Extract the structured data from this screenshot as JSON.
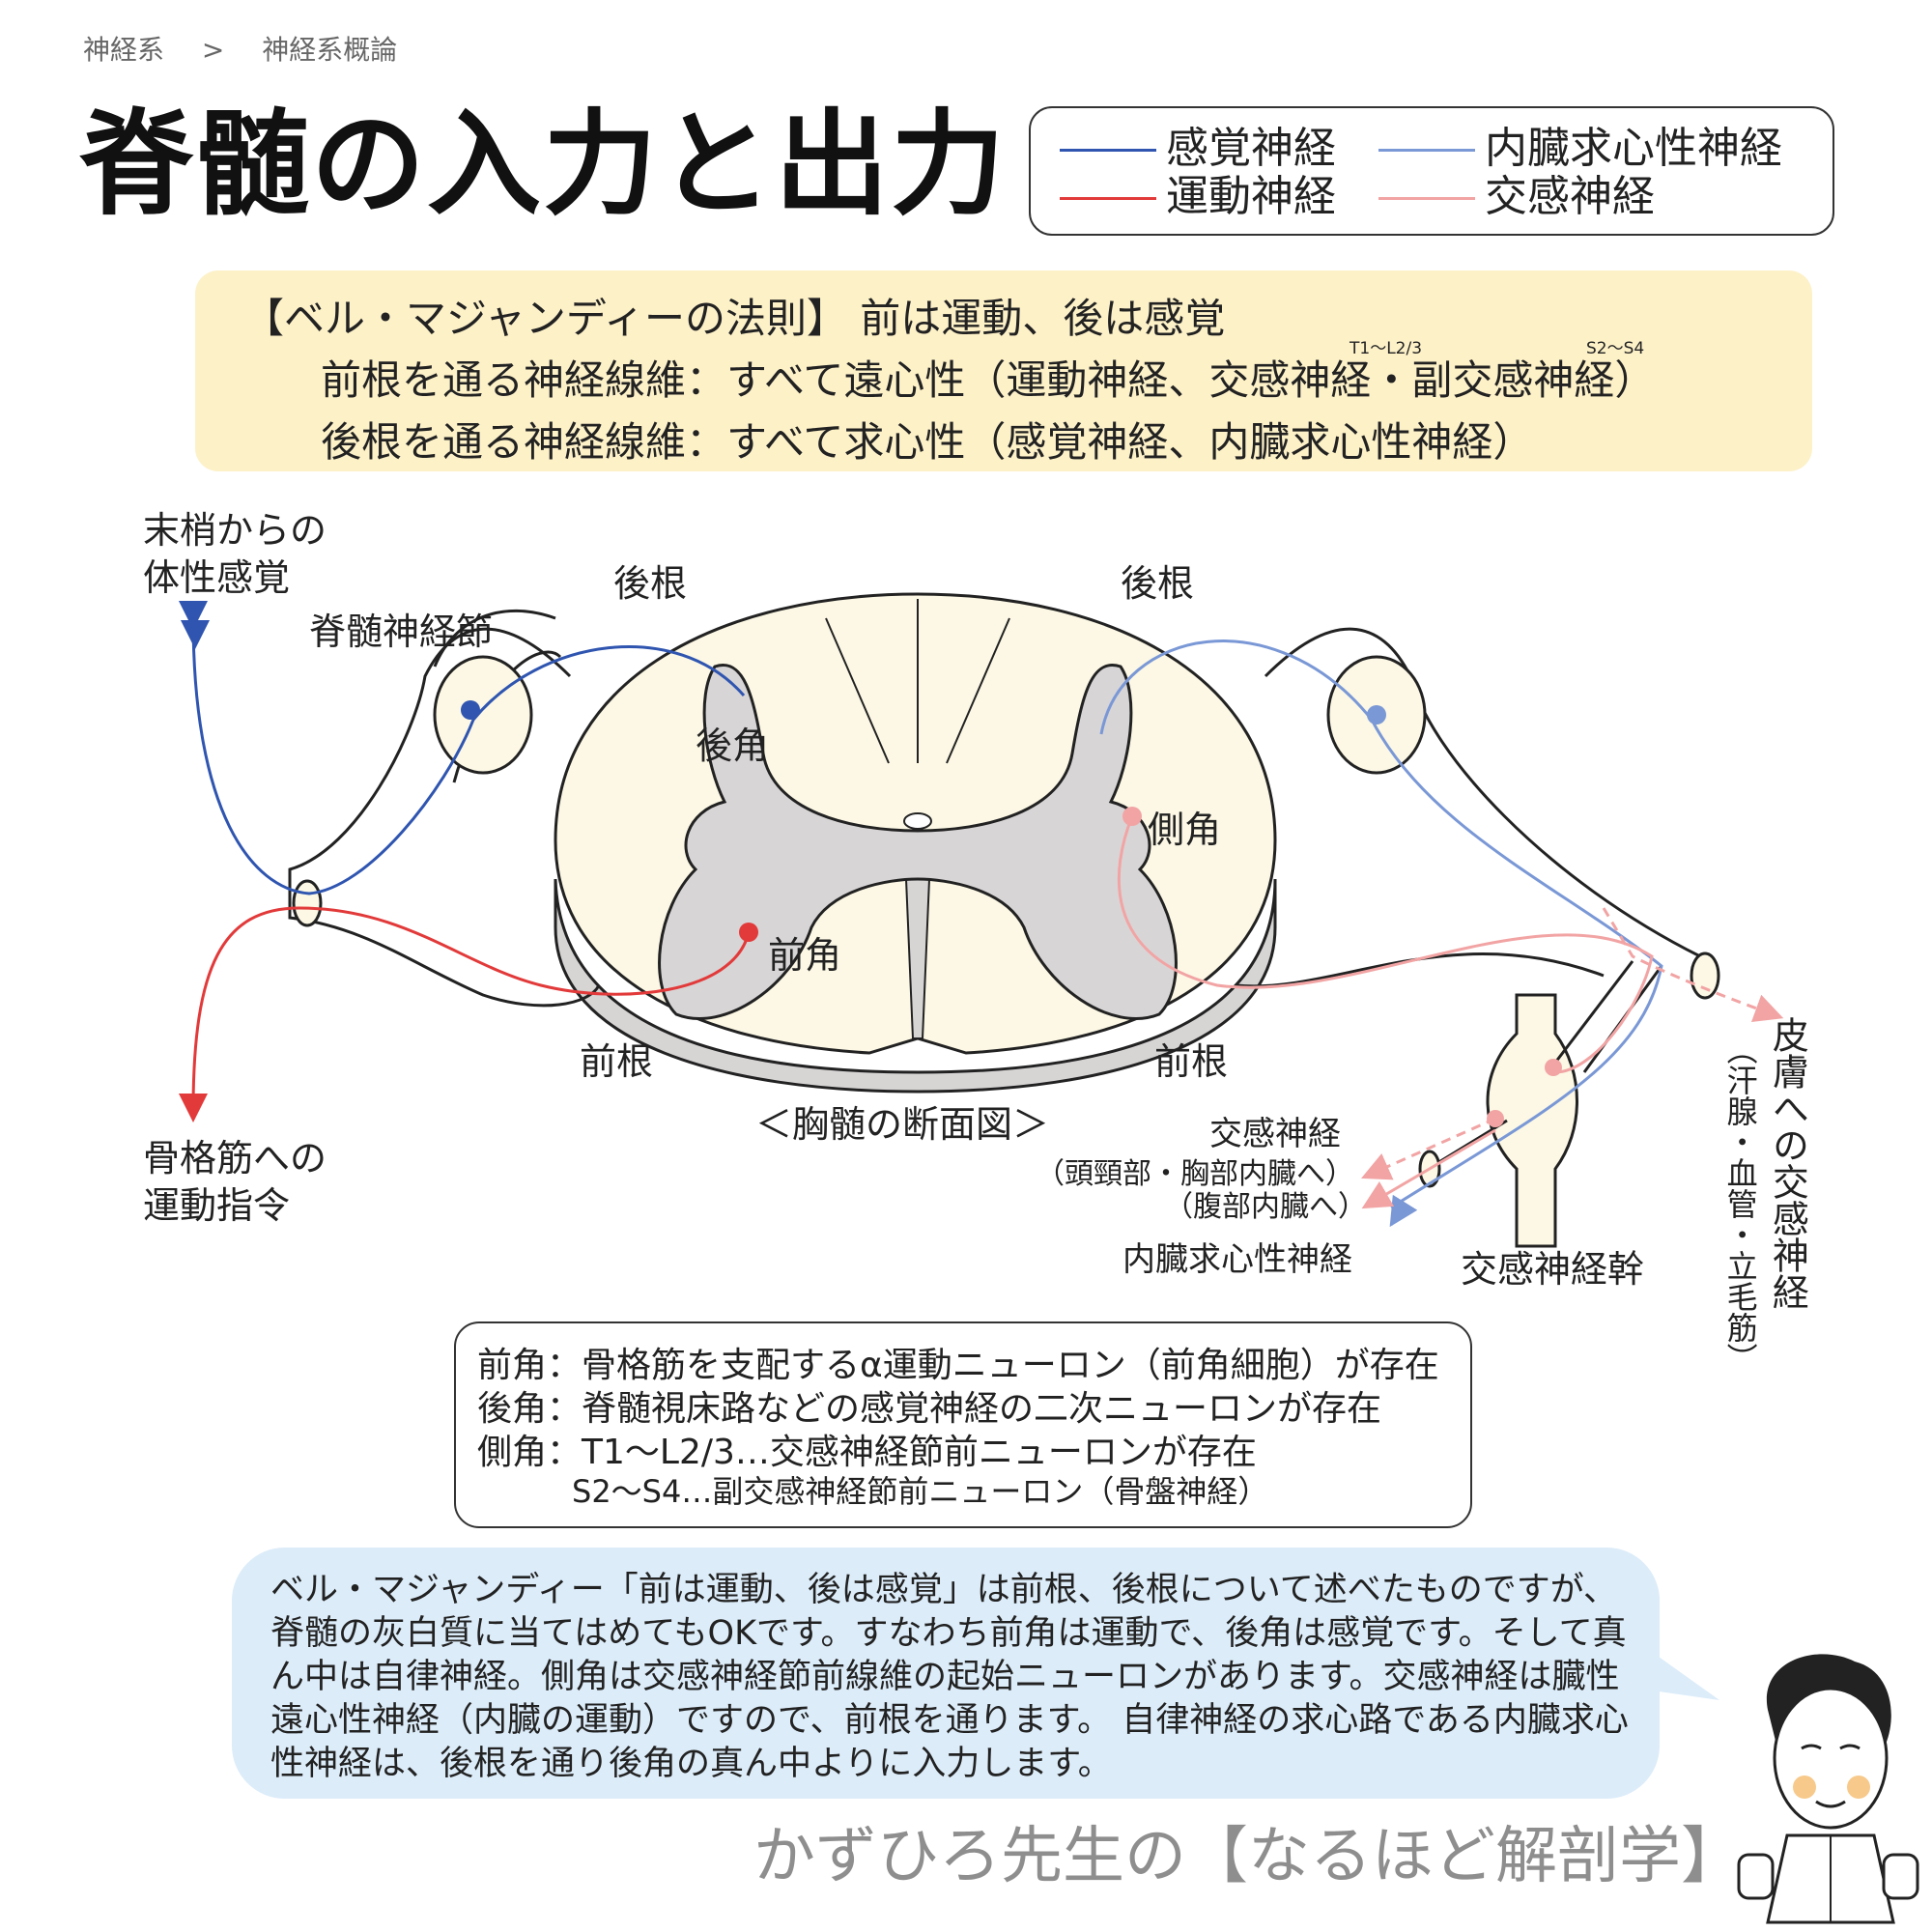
{
  "breadcrumb": {
    "parent": "神経系",
    "separator": ">",
    "current": "神経系概論"
  },
  "title": "脊髄の入力と出力",
  "legend": {
    "items": [
      {
        "label": "感覚神経",
        "color": "#2f55b0"
      },
      {
        "label": "内臓求心性神経",
        "color": "#7a98d6"
      },
      {
        "label": "運動神経",
        "color": "#e23a3a"
      },
      {
        "label": "交感神経",
        "color": "#f2a4a4"
      }
    ]
  },
  "rule": {
    "heading": "【ベル・マジャンディーの法則】 前は運動、後は感覚",
    "line1": "前根を通る神経線維：すべて遠心性（運動神経、交感神経・副交感神経）",
    "line2": "後根を通る神経線維：すべて求心性（感覚神経、内臓求心性神経）",
    "sup1": "T1〜L2/3",
    "sup2": "S2〜S4"
  },
  "diagram": {
    "caption": "＜胸髄の断面図＞",
    "labels": {
      "peripheral_input_1": "末梢からの",
      "peripheral_input_2": "体性感覚",
      "spinal_ganglion": "脊髄神経節",
      "dorsal_root_left": "後根",
      "dorsal_root_right": "後根",
      "dorsal_horn": "後角",
      "lateral_horn": "側角",
      "ventral_horn": "前角",
      "ventral_root_left": "前根",
      "ventral_root_right": "前根",
      "motor_output_1": "骨格筋への",
      "motor_output_2": "運動指令",
      "sympathetic": "交感神経",
      "sympathetic_head": "（頭頸部・胸部内臓へ）",
      "sympathetic_abdomen": "（腹部内臓へ）",
      "visceral_afferent": "内臓求心性神経",
      "sympathetic_trunk": "交感神経幹",
      "skin_sympathetic": "皮膚への交感神経",
      "skin_detail": "（汗腺・血管・立毛筋）"
    }
  },
  "info": {
    "lines": [
      "前角：骨格筋を支配するα運動ニューロン（前角細胞）が存在",
      "後角：脊髄視床路などの感覚神経の二次ニューロンが存在",
      "側角：T1〜L2/3…交感神経節前ニューロンが存在",
      "S2〜S4…副交感神経節前ニューロン（骨盤神経）"
    ]
  },
  "comment": "ベル・マジャンディー「前は運動、後は感覚」は前根、後根について述べたものですが、脊髄の灰白質に当てはめてもOKです。すなわち前角は運動で、後角は感覚です。そして真ん中は自律神経。側角は交感神経節前線維の起始ニューロンがあります。交感神経は臓性遠心性神経（内臓の運動）ですので、前根を通ります。 自律神経の求心路である内臓求心性神経は、後根を通り後角の真ん中よりに入力します。",
  "footer": "かずひろ先生の【なるほど解剖学】"
}
